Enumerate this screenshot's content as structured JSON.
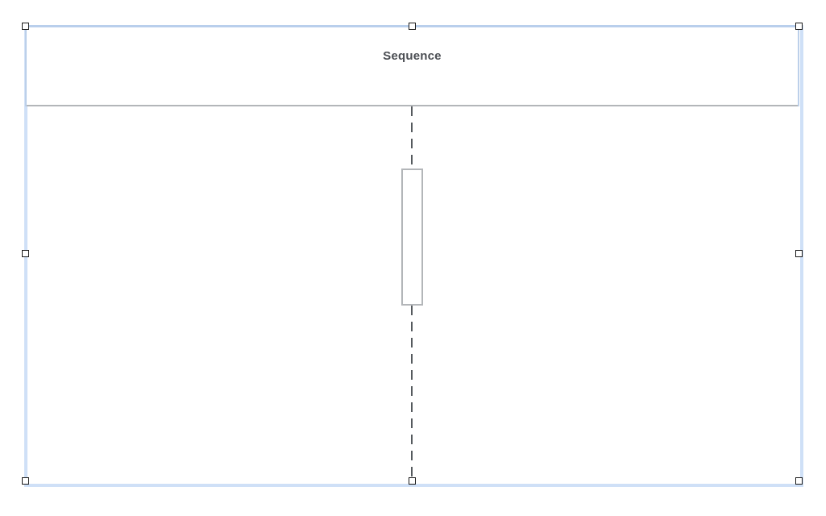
{
  "diagram": {
    "type": "sequence-lifeline",
    "lifeline": {
      "title": "Sequence"
    },
    "activation_bar": {
      "count": 1
    },
    "selection": {
      "selected": true,
      "handle_count": 8
    }
  },
  "colors": {
    "selection_outline": "#cfe0f7",
    "header_border": "#b3b6b9",
    "lifeline_dash": "#555a5e",
    "title_text": "#4a4d52",
    "activation_border": "#b3b6b9",
    "handle_border": "#1a1a1a"
  }
}
